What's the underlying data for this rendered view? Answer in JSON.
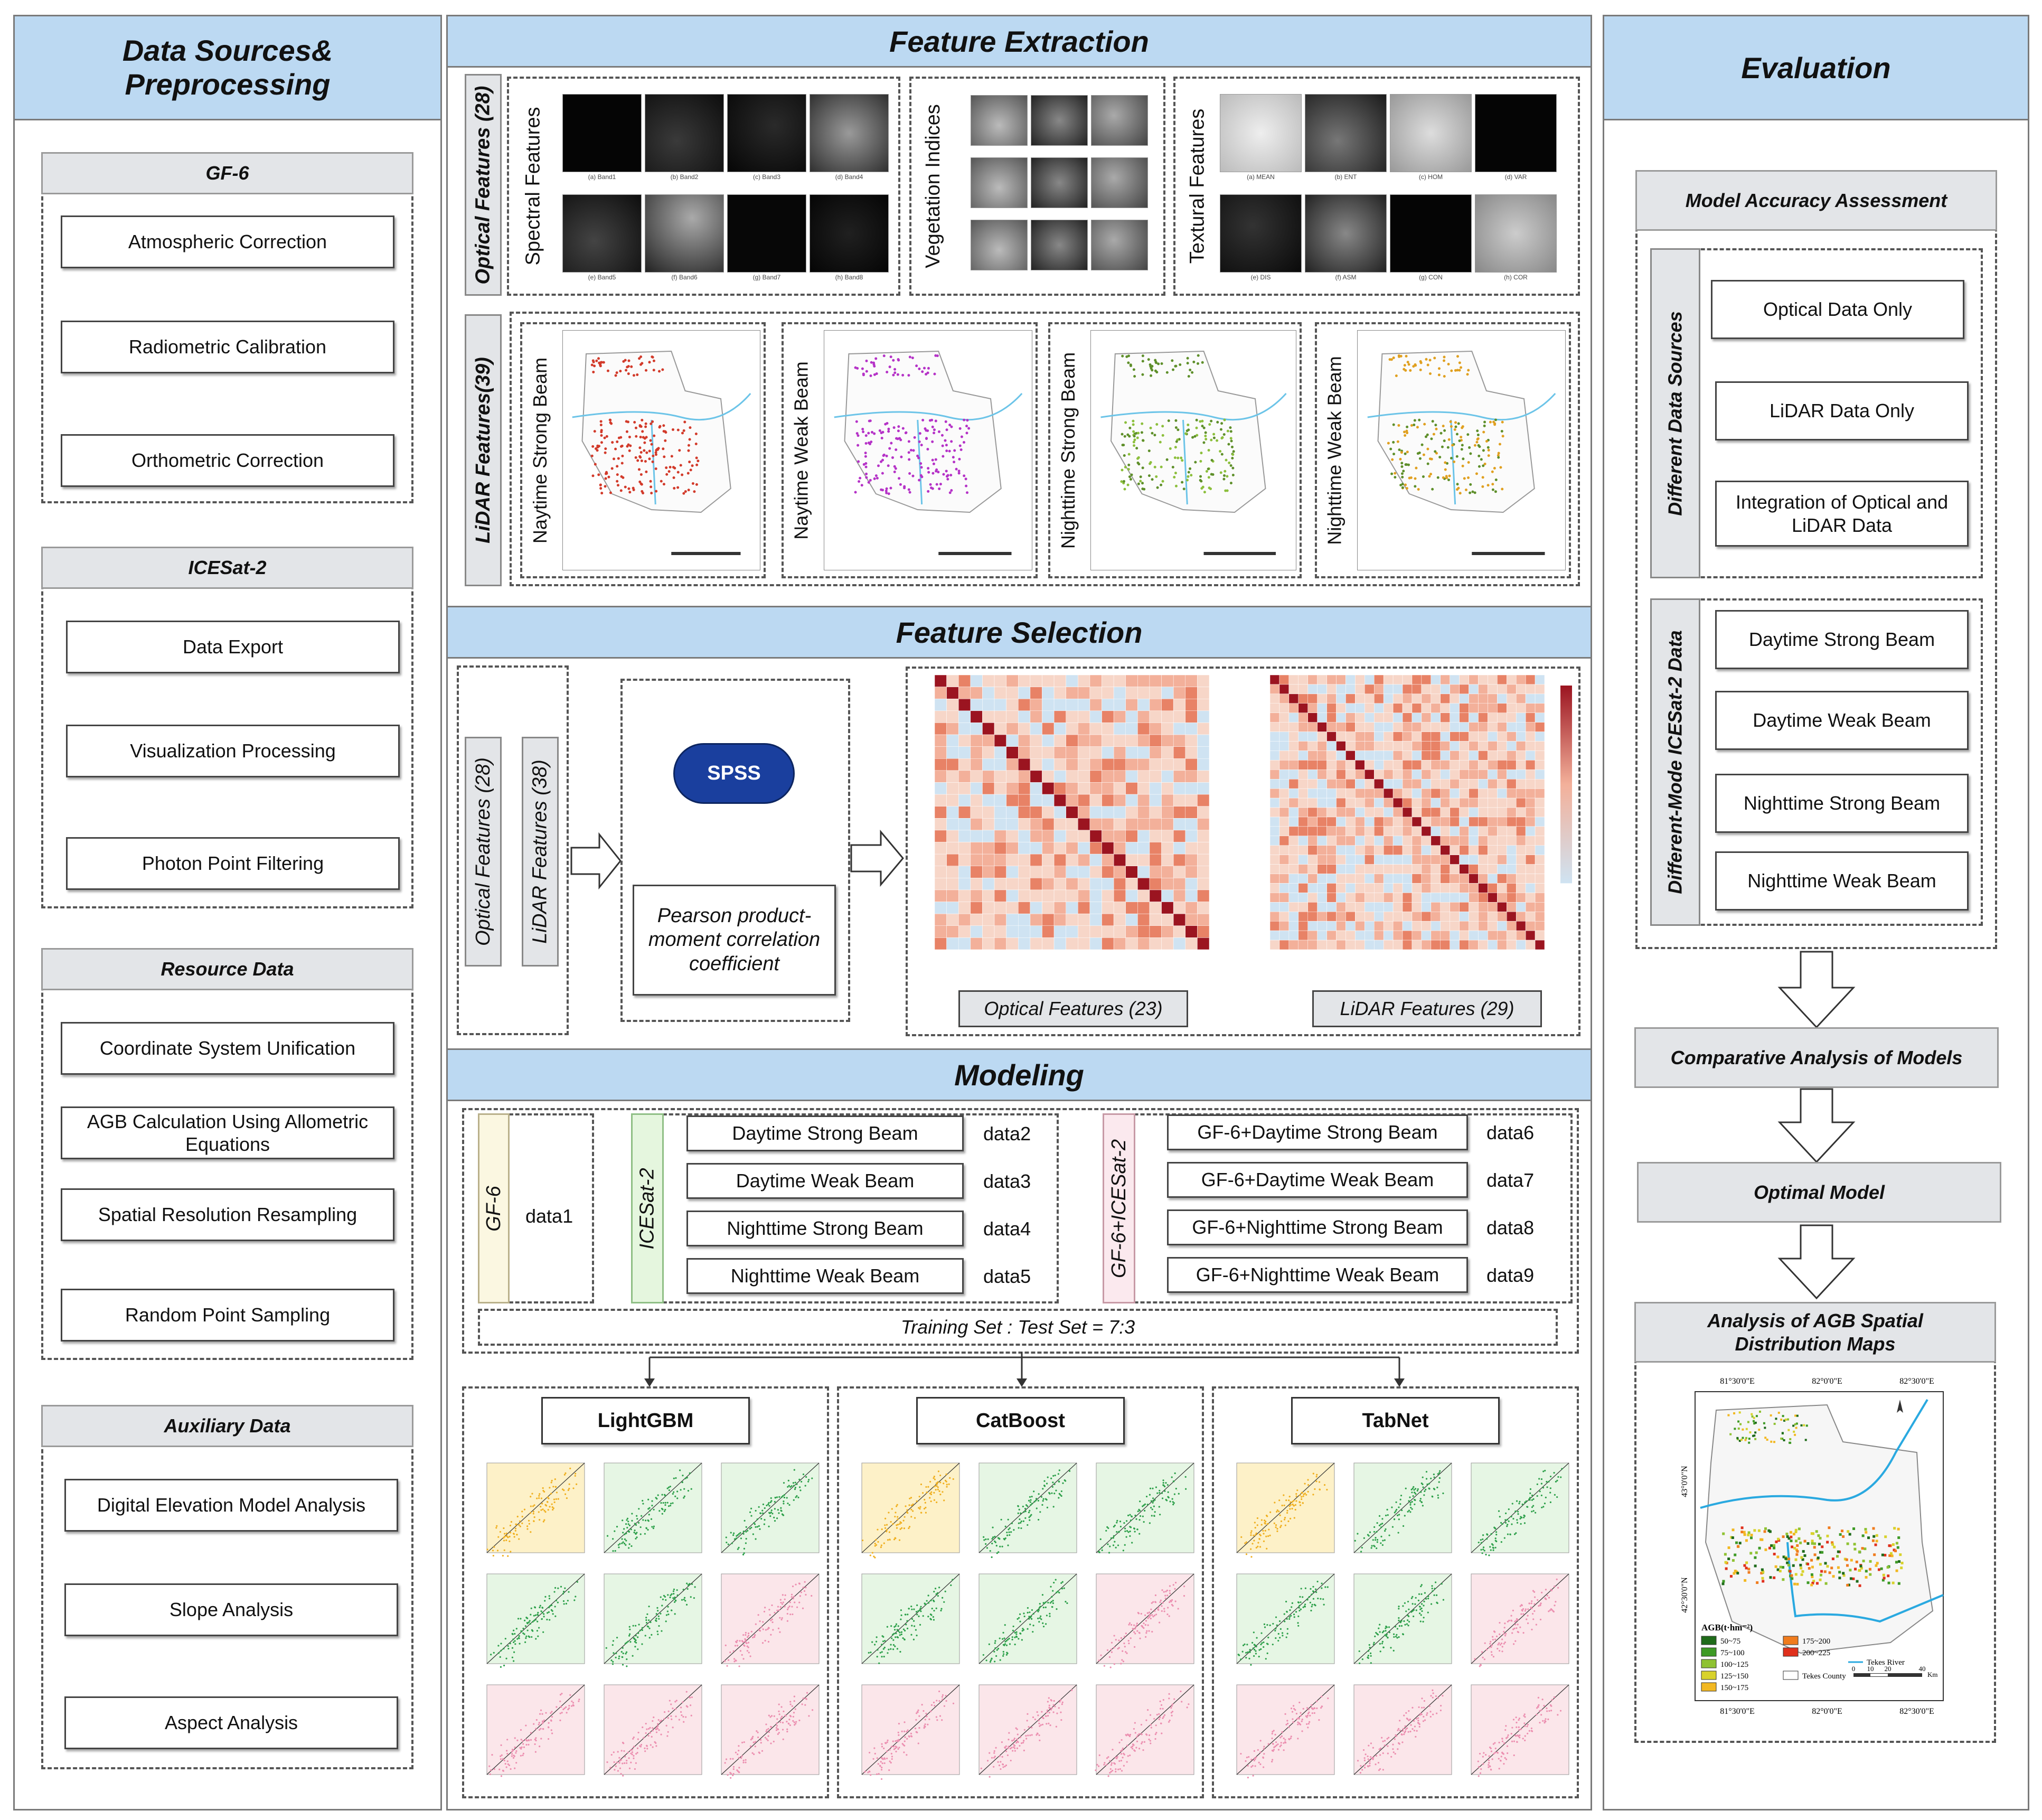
{
  "left": {
    "title": "Data Sources& Preprocessing",
    "gf6": {
      "title": "GF-6",
      "items": [
        "Atmospheric Correction",
        "Radiometric Calibration",
        "Orthometric Correction"
      ]
    },
    "icesat": {
      "title": "ICESat-2",
      "items": [
        "Data Export",
        "Visualization Processing",
        "Photon Point Filtering"
      ]
    },
    "resource": {
      "title": "Resource Data",
      "items": [
        "Coordinate System Unification",
        "AGB Calculation Using Allometric Equations",
        "Spatial Resolution Resampling",
        "Random Point Sampling"
      ]
    },
    "auxiliary": {
      "title": "Auxiliary Data",
      "items": [
        "Digital Elevation Model Analysis",
        "Slope Analysis",
        "Aspect Analysis"
      ]
    }
  },
  "middle": {
    "feature_extraction": {
      "title": "Feature Extraction",
      "optical_label": "Optical Features  (28)",
      "spectral_label": "Spectral Features",
      "spectral_captions": [
        "(a) Band1",
        "(b) Band2",
        "(c) Band3",
        "(d) Band4",
        "(e) Band5",
        "(f) Band6",
        "(g) Band7",
        "(h) Band8"
      ],
      "vegetation_label": "Vegetation Indices",
      "textural_label": "Textural Features",
      "textural_captions": [
        "(a) MEAN",
        "(b) ENT",
        "(c) HOM",
        "(d) VAR",
        "(e) DIS",
        "(f) ASM",
        "(g) CON",
        "(h) COR"
      ],
      "lidar_label": "LiDAR Features(39)",
      "beam_labels": [
        "Naytime Strong Beam",
        "Naytime Weak Beam",
        "Nighttime Strong Beam",
        "Nighttime Weak Beam"
      ]
    },
    "feature_selection": {
      "title": "Feature Selection",
      "optical_label": "Optical Features  (28)",
      "lidar_label": "LiDAR Features  (38)",
      "spss": "SPSS",
      "pearson": "Pearson product-moment correlation coefficient",
      "optical_out": "Optical Features  (23)",
      "lidar_out": "LiDAR Features  (29)"
    },
    "modeling": {
      "title": "Modeling",
      "gf6": "GF-6",
      "data1": "data1",
      "icesat": "ICESat-2",
      "icesat_rows": [
        {
          "label": "Daytime Strong Beam",
          "data": "data2"
        },
        {
          "label": "Daytime Weak Beam",
          "data": "data3"
        },
        {
          "label": "Nighttime Strong Beam",
          "data": "data4"
        },
        {
          "label": "Nighttime Weak Beam",
          "data": "data5"
        }
      ],
      "combo": "GF-6+ICESat-2",
      "combo_rows": [
        {
          "label": "GF-6+Daytime Strong Beam",
          "data": "data6"
        },
        {
          "label": "GF-6+Daytime Weak Beam",
          "data": "data7"
        },
        {
          "label": "GF-6+Nighttime Strong Beam",
          "data": "data8"
        },
        {
          "label": "GF-6+Nighttime Weak Beam",
          "data": "data9"
        }
      ],
      "split": "Training Set : Test Set = 7:3",
      "models": [
        "LightGBM",
        "CatBoost",
        "TabNet"
      ]
    }
  },
  "right": {
    "title": "Evaluation",
    "accuracy": "Model Accuracy Assessment",
    "sources_label": "Different Data Sources",
    "sources": [
      "Optical Data Only",
      "LiDAR Data Only",
      "Integration of Optical and LiDAR Data"
    ],
    "modes_label": "Different-Mode ICESat-2 Data",
    "modes": [
      "Daytime Strong Beam",
      "Daytime Weak Beam",
      "Nighttime Strong Beam",
      "Nighttime Weak Beam"
    ],
    "comparative": "Comparative Analysis of Models",
    "optimal": "Optimal Model",
    "agb_title": "Analysis of AGB Spatial Distribution Maps",
    "map": {
      "top_ticks": [
        "81°30'0\"E",
        "82°0'0\"E",
        "82°30'0\"E"
      ],
      "bottom_ticks": [
        "81°30'0\"E",
        "82°0'0\"E",
        "82°30'0\"E"
      ],
      "left_ticks": [
        "43°0'0\"N",
        "42°30'0\"N"
      ],
      "legend_title": "AGB(t·hm⁻²)",
      "legend": [
        "50~75",
        "75~100",
        "100~125",
        "125~150",
        "150~175",
        "175~200",
        "200~225"
      ],
      "legend_colors": [
        "#1f6b1a",
        "#3e9a25",
        "#8fc232",
        "#d8d22c",
        "#f2b822",
        "#f07c1e",
        "#e0301c"
      ],
      "river_label": "Tekes River",
      "county_label": "Tekes County",
      "scale": [
        "0",
        "10",
        "20",
        "40"
      ],
      "scale_unit": "Km"
    }
  }
}
